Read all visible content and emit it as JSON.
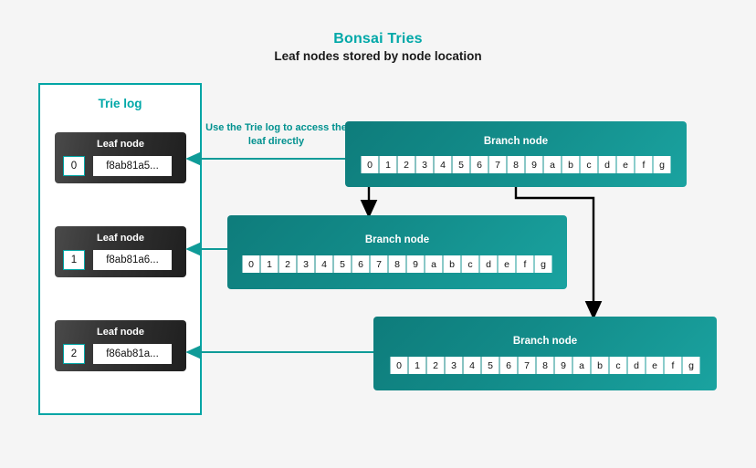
{
  "header": {
    "title": "Bonsai Tries",
    "subtitle": "Leaf nodes stored by node location",
    "title_color": "#00a8a8"
  },
  "trie_log": {
    "panel_title": "Trie log",
    "border_color": "#00a5a5",
    "leaves": [
      {
        "label": "Leaf node",
        "index": "0",
        "hash": "f8ab81a5..."
      },
      {
        "label": "Leaf node",
        "index": "1",
        "hash": "f8ab81a6..."
      },
      {
        "label": "Leaf node",
        "index": "2",
        "hash": "f86ab81a..."
      }
    ]
  },
  "annotation": {
    "text": "Use the Trie log to access the leaf directly",
    "color": "#00918f"
  },
  "branches": [
    {
      "label": "Branch node",
      "cells": [
        "0",
        "1",
        "2",
        "3",
        "4",
        "5",
        "6",
        "7",
        "8",
        "9",
        "a",
        "b",
        "c",
        "d",
        "e",
        "f",
        "g"
      ]
    },
    {
      "label": "Branch node",
      "cells": [
        "0",
        "1",
        "2",
        "3",
        "4",
        "5",
        "6",
        "7",
        "8",
        "9",
        "a",
        "b",
        "c",
        "d",
        "e",
        "f",
        "g"
      ]
    },
    {
      "label": "Branch node",
      "cells": [
        "0",
        "1",
        "2",
        "3",
        "4",
        "5",
        "6",
        "7",
        "8",
        "9",
        "a",
        "b",
        "c",
        "d",
        "e",
        "f",
        "g"
      ]
    }
  ],
  "connectors": {
    "traversal_color": "#000000",
    "direct_access_color": "#0f9b98"
  },
  "colors": {
    "background": "#f5f5f5",
    "teal_accent": "#00a8a8",
    "branch_teal": "#128a88",
    "leaf_dark": "#2b2b2b"
  }
}
